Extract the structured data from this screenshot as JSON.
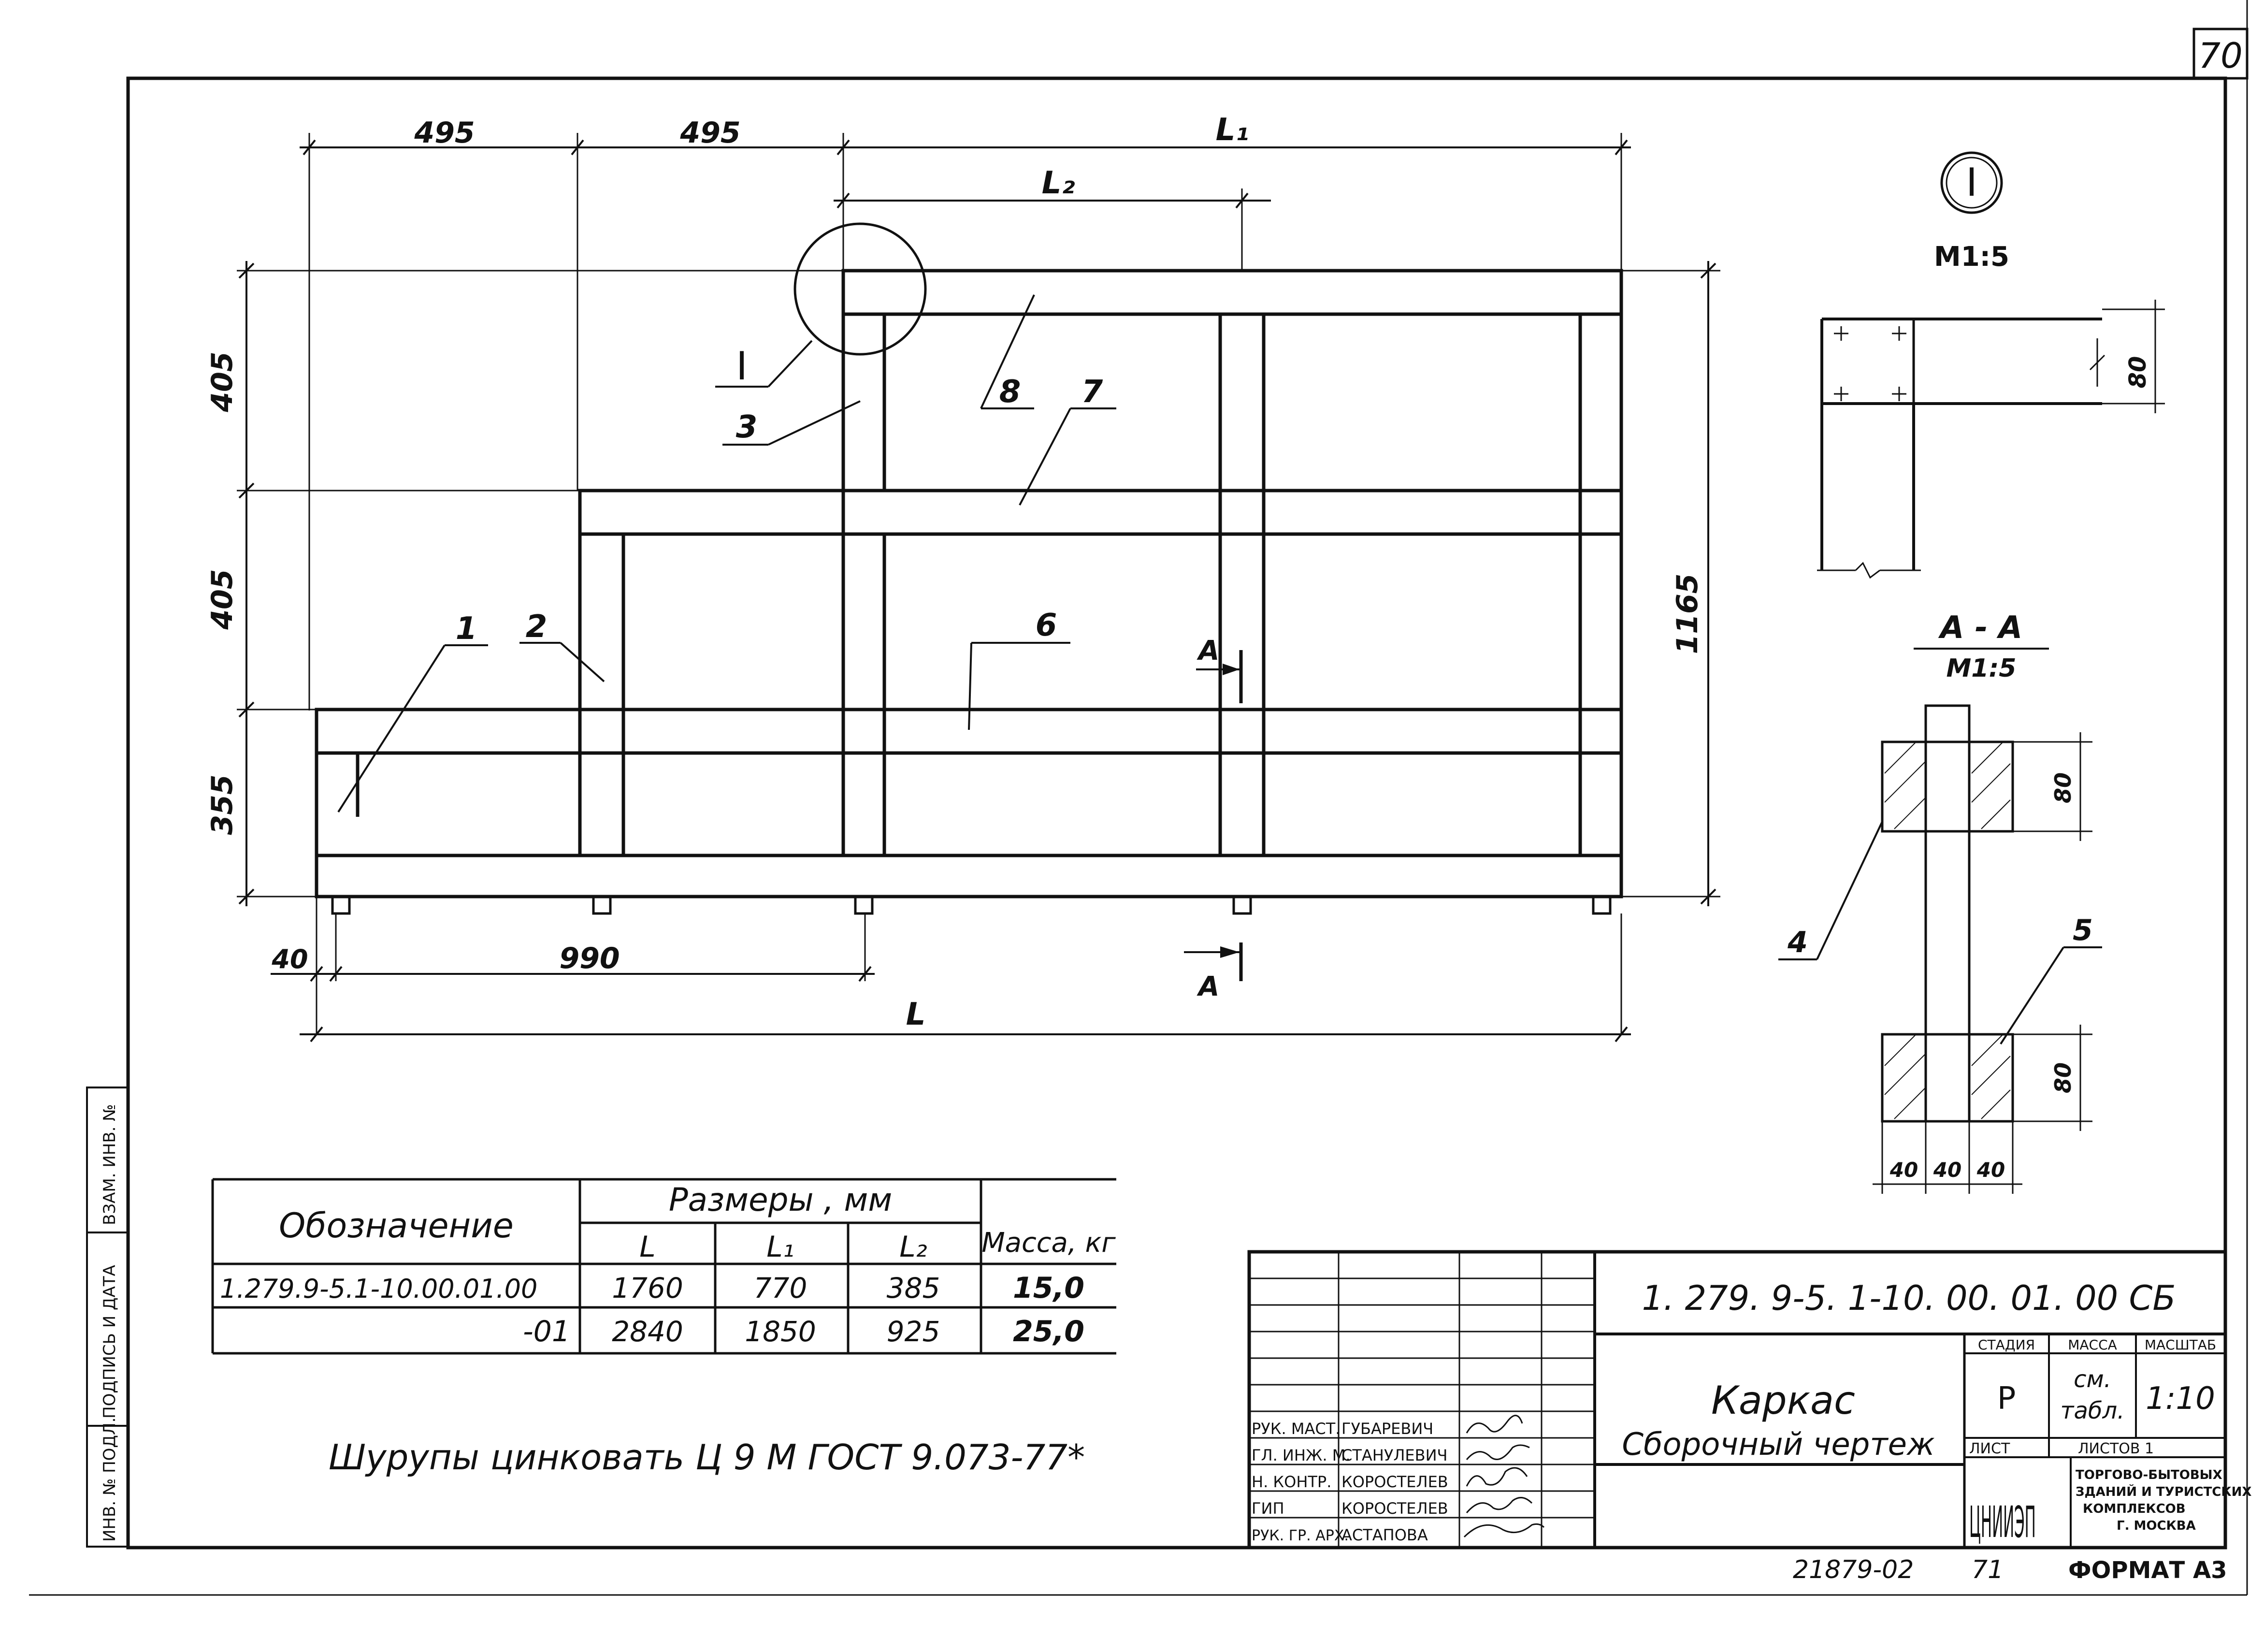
{
  "sheet_number": "70",
  "drawing": {
    "dims_top": [
      "495",
      "495",
      "L₁",
      "L₂"
    ],
    "dims_left": [
      "405",
      "405",
      "355"
    ],
    "dim_right": "1165",
    "dims_bottom": [
      "40",
      "990",
      "L"
    ],
    "callouts": [
      "1",
      "2",
      "3",
      "6",
      "7",
      "8",
      "I"
    ],
    "section_mark": "A"
  },
  "detail_i": {
    "label": "I",
    "scale": "M1:5",
    "dim": "80"
  },
  "section_aa": {
    "title": "А - А",
    "scale": "М1:5",
    "dims": [
      "80",
      "80"
    ],
    "bottom_dims": [
      "40",
      "40",
      "40"
    ],
    "callouts": [
      "4",
      "5"
    ]
  },
  "spec_table": {
    "header_designation": "Обозначение",
    "header_sizes": "Размеры , мм",
    "header_mass": "Масса, кг",
    "sub_headers": [
      "L",
      "L₁",
      "L₂"
    ],
    "rows": [
      {
        "designation": "1.279.9-5.1-10.00.01.00",
        "L": "1760",
        "L1": "770",
        "L2": "385",
        "mass": "15,0"
      },
      {
        "designation": "-01",
        "L": "2840",
        "L1": "1850",
        "L2": "925",
        "mass": "25,0"
      }
    ]
  },
  "note": "Шурупы цинковать Ц 9 М ГОСТ 9.073-77*",
  "left_strip": [
    "ИНВ. № ПОДЛ.",
    "ПОДПИСЬ И ДАТА",
    "ВЗАМ. ИНВ. №"
  ],
  "title_block": {
    "code": "1. 279. 9-5. 1-10. 00. 01. 00 СБ",
    "name_line1": "Каркас",
    "name_line2": "Сборочный чертеж",
    "stage_label": "СТАДИЯ",
    "mass_label": "МАССА",
    "scale_label": "МАСШТАБ",
    "stage_value": "Р",
    "mass_value_1": "см.",
    "mass_value_2": "табл.",
    "scale_value": "1:10",
    "sheet_label": "ЛИСТ",
    "sheets_label": "ЛИСТОВ 1",
    "org_logo": "ЦНИИЭП",
    "org_line1": "ТОРГОВО-БЫТОВЫХ",
    "org_line2": "ЗДАНИЙ И ТУРИСТСКИХ",
    "org_line3": "КОМПЛЕКСОВ",
    "org_line4": "Г. МОСКВА",
    "signers": [
      {
        "role": "РУК. МАСТ.",
        "name": "ГУБАРЕВИЧ"
      },
      {
        "role": "ГЛ. ИНЖ. М.",
        "name": "СТАНУЛЕВИЧ"
      },
      {
        "role": "Н. КОНТР.",
        "name": "КОРОСТЕЛЕВ"
      },
      {
        "role": "ГИП",
        "name": "КОРОСТЕЛЕВ"
      },
      {
        "role": "РУК. ГР. АРХ.",
        "name": "АСТАПОВА"
      }
    ]
  },
  "footer": {
    "doc_no": "21879-02",
    "page": "71",
    "format": "ФОРМАТ А3"
  }
}
